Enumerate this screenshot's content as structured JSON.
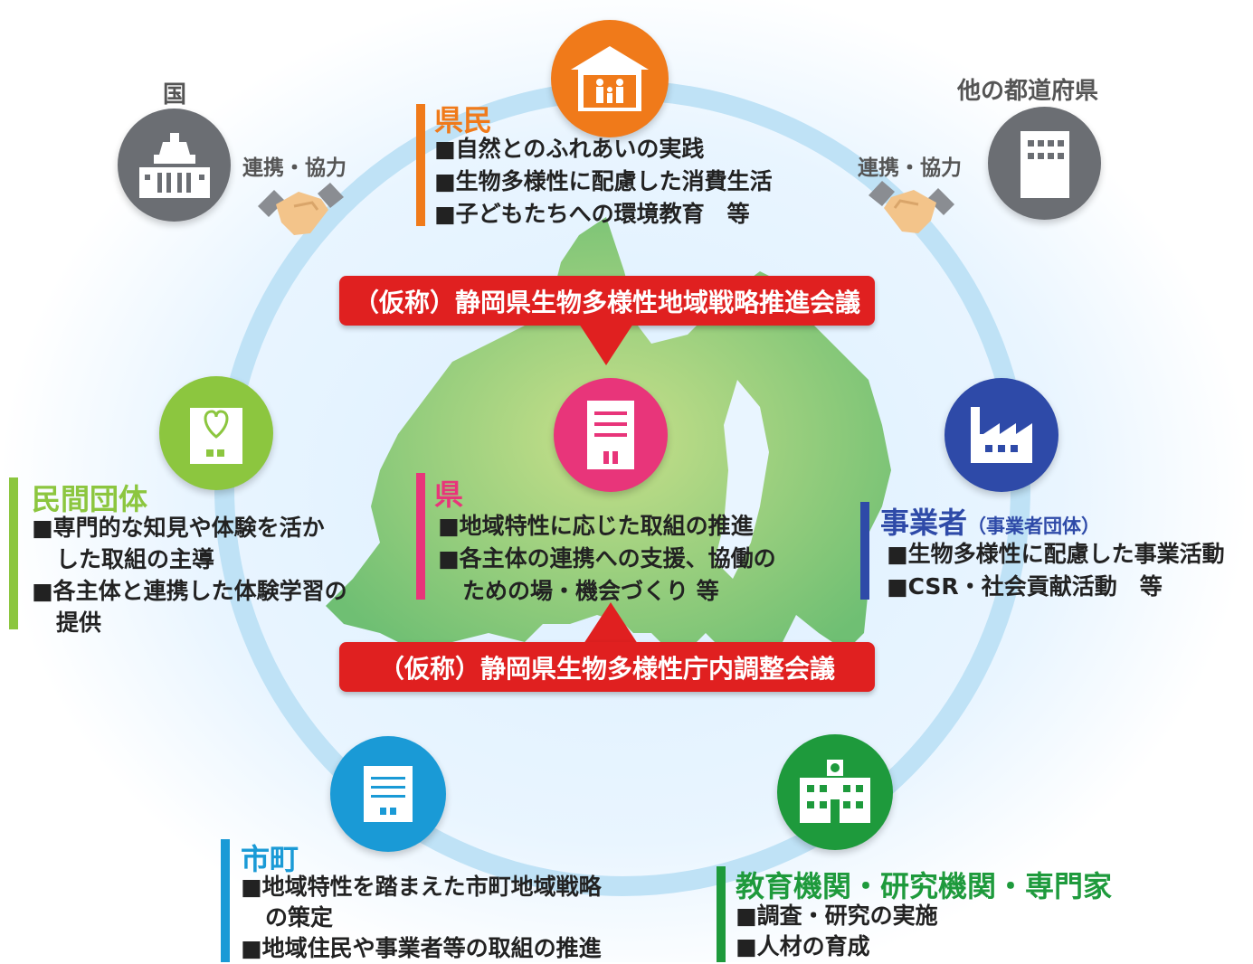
{
  "center_actor": {
    "title": "県",
    "items": [
      "■地域特性に応じた取組の推進",
      "■各主体の連携への支援、協働の",
      "ための場・機会づくり 等"
    ]
  },
  "council_top": "（仮称）静岡県生物多様性地域戦略推進会議",
  "council_bottom": "（仮称）静岡県生物多様性庁内調整会議",
  "residents": {
    "title": "県民",
    "items": [
      "■自然とのふれあいの実践",
      "■生物多様性に配慮した消費生活",
      "■子どもたちへの環境教育　等"
    ]
  },
  "national": {
    "label": "国",
    "cooperation": "連携・協力"
  },
  "other_prefectures": {
    "label": "他の都道府県",
    "cooperation": "連携・協力"
  },
  "private_orgs": {
    "title": "民間団体",
    "items": [
      "■専門的な知見や体験を活か",
      "した取組の主導",
      "■各主体と連携した体験学習の",
      "提供"
    ]
  },
  "businesses": {
    "title": "事業者",
    "subtitle": "（事業者団体）",
    "items": [
      "■生物多様性に配慮した事業活動",
      "■CSR・社会貢献活動　等"
    ]
  },
  "municipalities": {
    "title": "市町",
    "items": [
      "■地域特性を踏まえた市町地域戦略",
      "の策定",
      "■地域住民や事業者等の取組の推進"
    ]
  },
  "education": {
    "title": "教育機関・研究機関・専門家",
    "items": [
      "■調査・研究の実施",
      "■人材の育成"
    ]
  },
  "colors": {
    "residents": "#f07a1a",
    "center": "#e8357a",
    "private": "#8cc63f",
    "business": "#2e4aa8",
    "municipal": "#1a9ad6",
    "education": "#1e9a3c",
    "gray": "#6b6e73",
    "banner": "#e02020"
  },
  "icons": [
    "house-family-icon",
    "parliament-icon",
    "office-building-icon",
    "heart-handshake-icon",
    "factory-icon",
    "municipal-office-icon",
    "school-icon",
    "prefectural-office-icon",
    "handshake-icon"
  ]
}
